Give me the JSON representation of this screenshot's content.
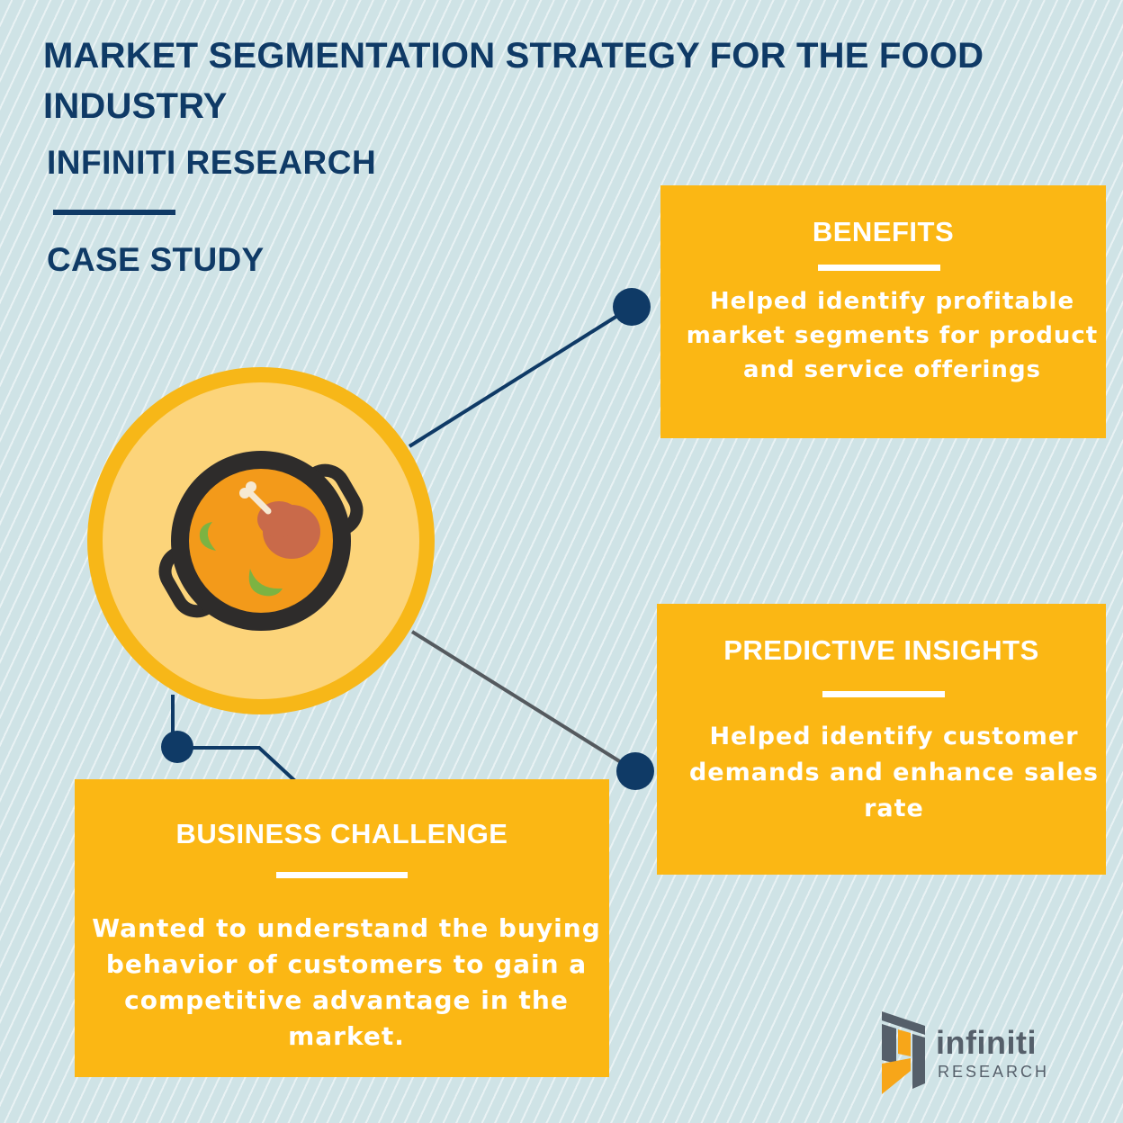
{
  "header": {
    "title": "MARKET SEGMENTATION STRATEGY FOR THE FOOD INDUSTRY",
    "company": "INFINITI RESEARCH",
    "label": "CASE STUDY"
  },
  "cards": {
    "benefits": {
      "heading": "BENEFITS",
      "body": "Helped identify profitable market segments for product and service offerings"
    },
    "predictive_insights": {
      "heading": "PREDICTIVE INSIGHTS",
      "body": "Helped identify customer demands and enhance sales rate"
    },
    "business_challenge": {
      "heading": "BUSINESS CHALLENGE",
      "body": "Wanted to understand the buying behavior of customers to gain a competitive advantage in the market."
    }
  },
  "illustration": {
    "icon": "cooking-pot-icon"
  },
  "logo": {
    "word": "infiniti",
    "sub": "RESEARCH"
  },
  "colors": {
    "navy": "#0f3a66",
    "card": "#fbb714",
    "circle_ring": "#f7b718",
    "circle_fill": "#fcd47a",
    "background": "#cfe3e6",
    "logo_gray": "#555f6a"
  }
}
